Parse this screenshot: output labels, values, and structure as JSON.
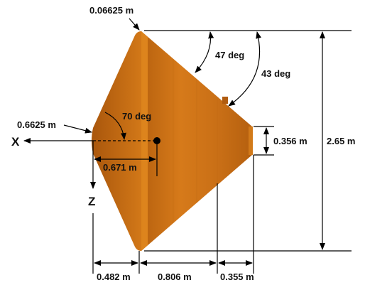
{
  "colors": {
    "capsule_main": "#c8701a",
    "capsule_light": "#e8901f",
    "capsule_dark": "#9a4f0c",
    "line": "#000000"
  },
  "labels": {
    "shoulder_radius": "0.06625 m",
    "angle_47": "47 deg",
    "angle_43": "43 deg",
    "nose_radius": "0.6625 m",
    "cone_angle": "70 deg",
    "axis_x": "X",
    "axis_z": "Z",
    "cg_offset": "0.671 m",
    "base_height": "0.356 m",
    "diameter": "2.65 m",
    "len_nose": "0.482 m",
    "len_backshell": "0.806 m",
    "len_rear": "0.355 m"
  }
}
